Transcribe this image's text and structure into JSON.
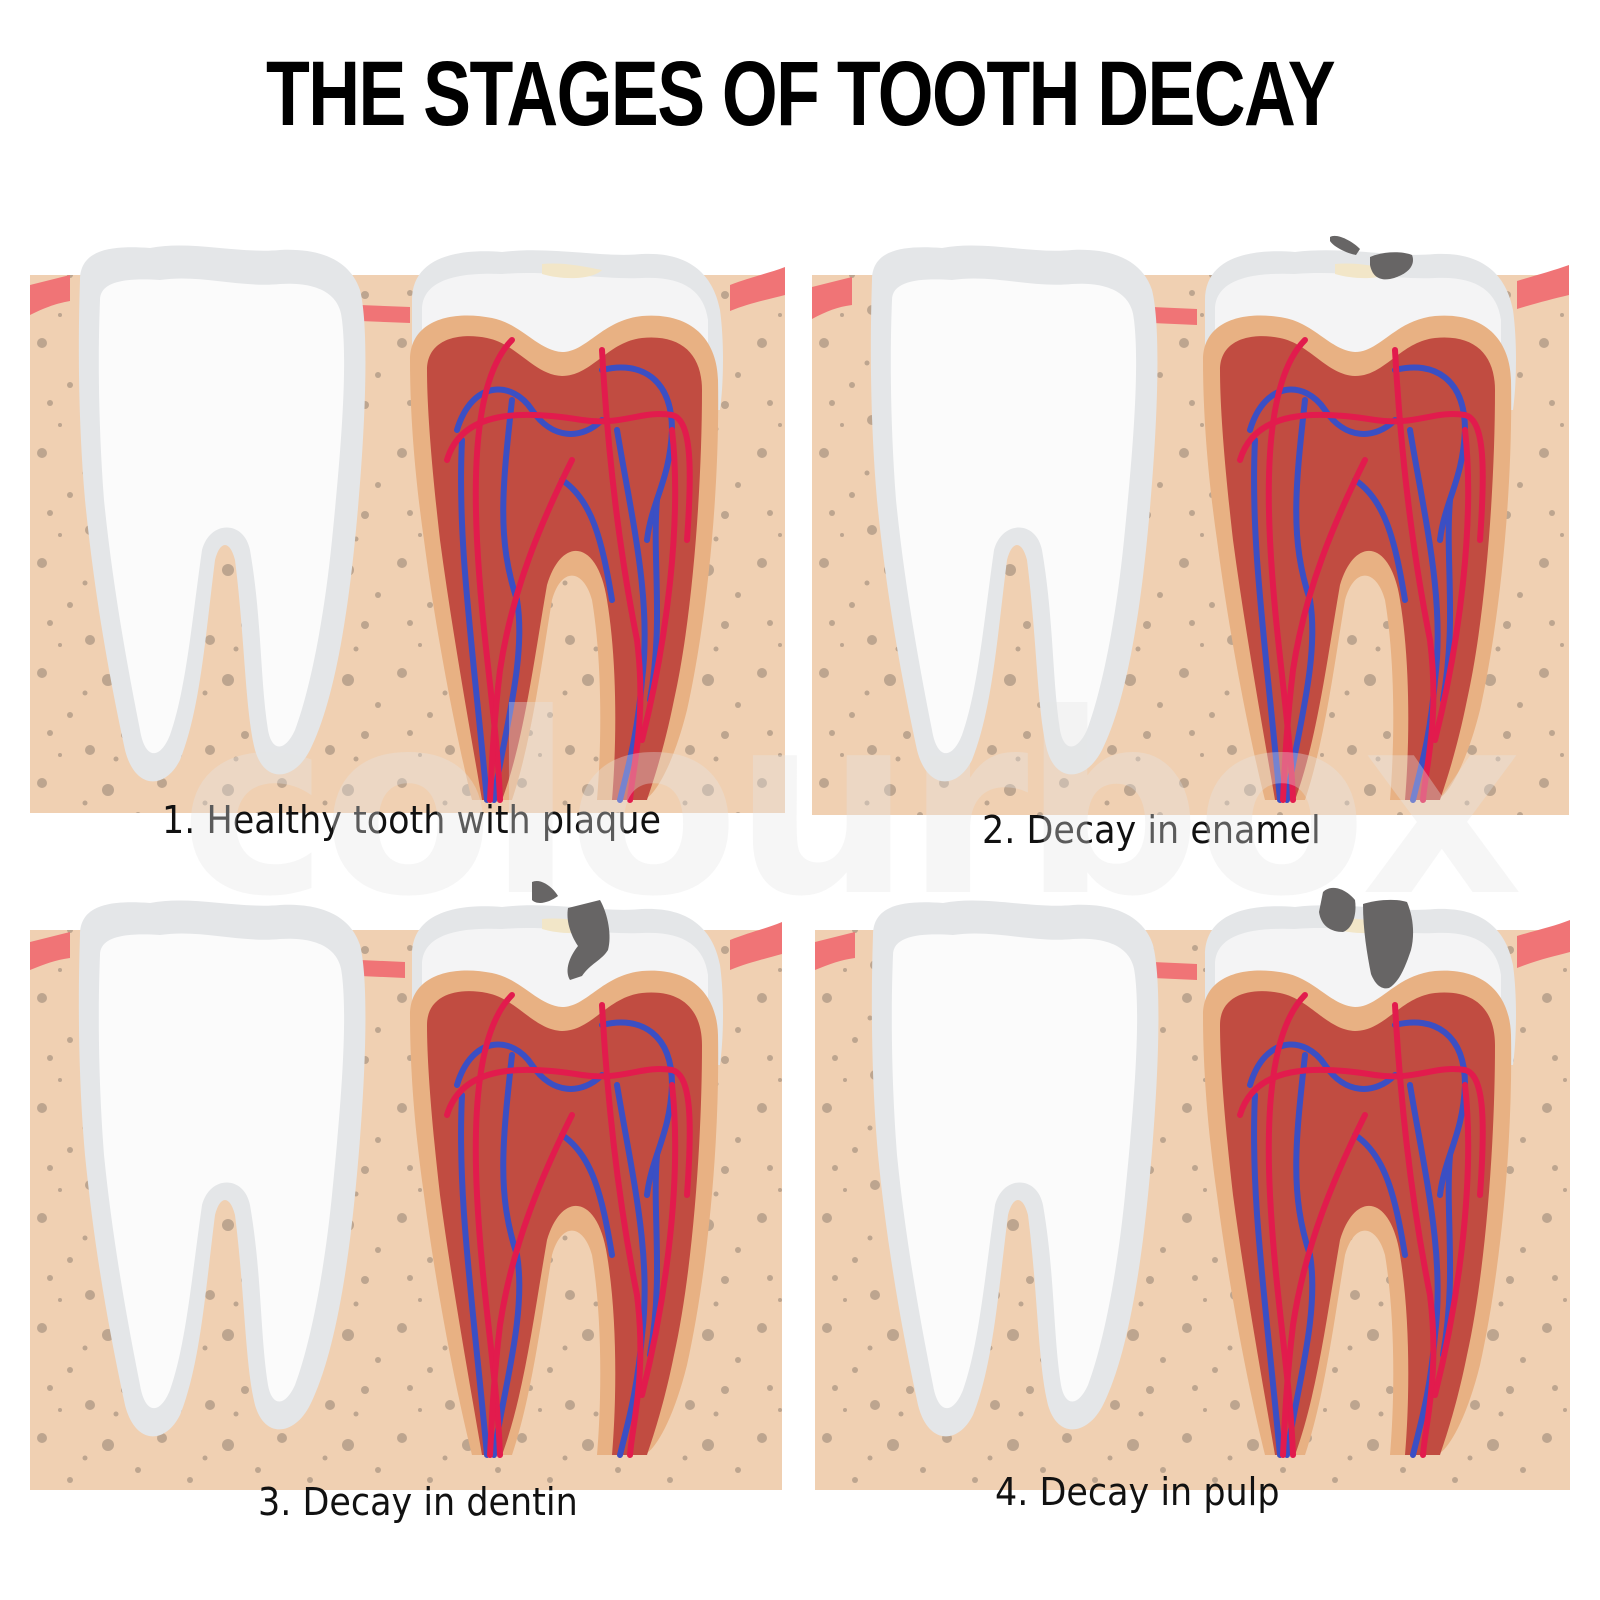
{
  "title": "THE STAGES OF TOOTH DECAY",
  "watermark": "colourbox",
  "colors": {
    "bone": "#f0d0b2",
    "bone_dots": "#bda58f",
    "gum": "#f07476",
    "enamel_outer": "#e4e6e8",
    "enamel_inner": "#fbfbfb",
    "dentin": "#e8b183",
    "pulp": "#c14c41",
    "artery": "#e21b4d",
    "vein": "#3b4fc4",
    "decay": "#676565",
    "plaque": "#f2e6c8"
  },
  "panels": [
    {
      "id": 1,
      "caption": "1. Healthy tooth with plaque",
      "decay_stage": "none"
    },
    {
      "id": 2,
      "caption": "2. Decay in enamel",
      "decay_stage": "enamel"
    },
    {
      "id": 3,
      "caption": "3. Decay in dentin",
      "decay_stage": "dentin"
    },
    {
      "id": 4,
      "caption": "4. Decay in pulp",
      "decay_stage": "pulp"
    }
  ]
}
